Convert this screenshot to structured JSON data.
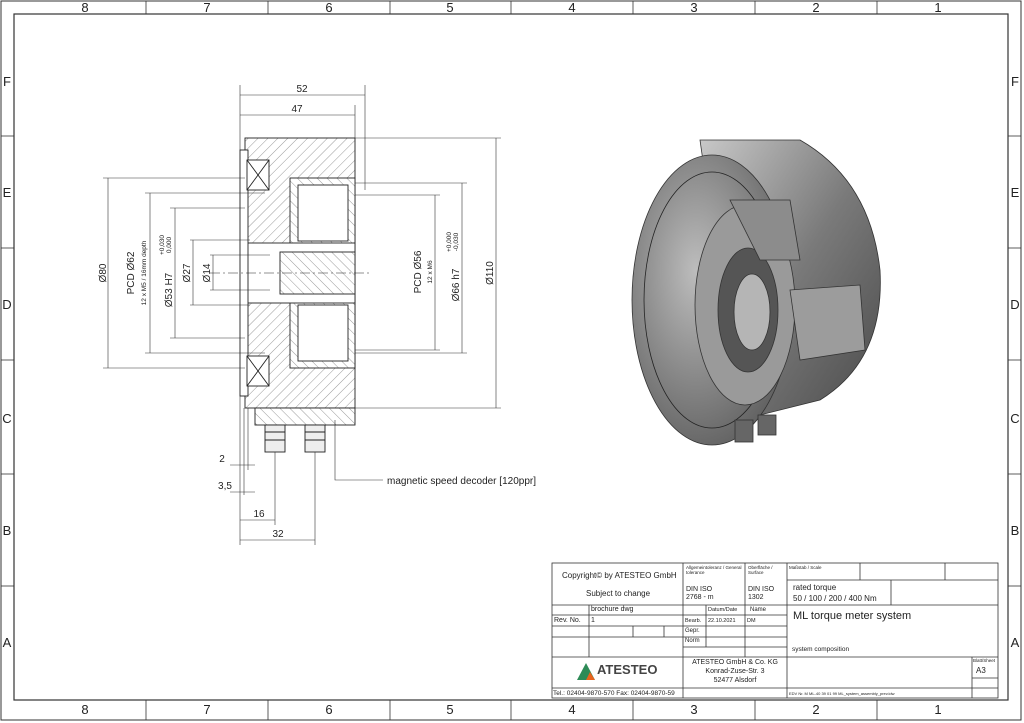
{
  "frame": {
    "columns": [
      "8",
      "7",
      "6",
      "5",
      "4",
      "3",
      "2",
      "1"
    ],
    "rows": [
      "F",
      "E",
      "D",
      "C",
      "B",
      "A"
    ]
  },
  "dimensions": {
    "d52": "52",
    "d47": "47",
    "dia80": "Ø80",
    "pcd62": "PCD Ø62",
    "pcd62_note": "12 x M5 / 16mm depth",
    "dia53": "Ø53 H7",
    "dia53_tol_upper": "+0,030",
    "dia53_tol_lower": "0,000",
    "dia27": "Ø27",
    "dia14": "Ø14",
    "pcd56": "PCD Ø56",
    "pcd56_note": "12 x M6",
    "dia66": "Ø66 h7",
    "dia66_tol_upper": "+0,000",
    "dia66_tol_lower": "-0,030",
    "dia110": "Ø110",
    "d2": "2",
    "d3_5": "3,5",
    "d16": "16",
    "d32": "32",
    "callout": "magnetic speed decoder [120ppr]"
  },
  "title_block": {
    "copyright": "Copyright© by ATESTEO GmbH",
    "subject": "Subject to change",
    "gen_tol_label": "Allgemeintoleranz / General tolerance",
    "gen_tol_value_1": "DIN ISO",
    "gen_tol_value_2": "2768 - m",
    "surface_label": "Oberfläche / Surface",
    "surface_value_1": "DIN ISO",
    "surface_value_2": "1302",
    "scale_label": "Maßstab / Scale",
    "rated_torque_label": "rated torque",
    "rated_torque_value": "50 / 100 / 200 / 400 Nm",
    "brochure": "brochure dwg",
    "rev_label": "Rev. No.",
    "rev_value": "1",
    "date_label": "Datum/Date",
    "name_label": "Name",
    "bearb": "Bearb.",
    "bearb_date": "22.10.2021",
    "bearb_name": "DM",
    "gepr": "Gepr.",
    "norm": "Norm",
    "title": "ML torque meter system",
    "subtitle": "system composition",
    "logo_text": "ATESTEO",
    "company": "ATESTEO GmbH & Co. KG",
    "street": "Konrad-Zuse-Str. 3",
    "city": "52477 Alsdorf",
    "sheet_label": "Blatt/Sheet",
    "sheet_value": "A3",
    "phone": "Tel.: 02404-9870-570 Fax: 02404-9870-59",
    "edv": "EDV Nr. M ML-40 39 01 99 ML_system_assembly_prev.idw"
  },
  "colors": {
    "logo_green": "#2e8b57",
    "logo_orange": "#e8641e",
    "render_metal": "#8a8a8a"
  }
}
